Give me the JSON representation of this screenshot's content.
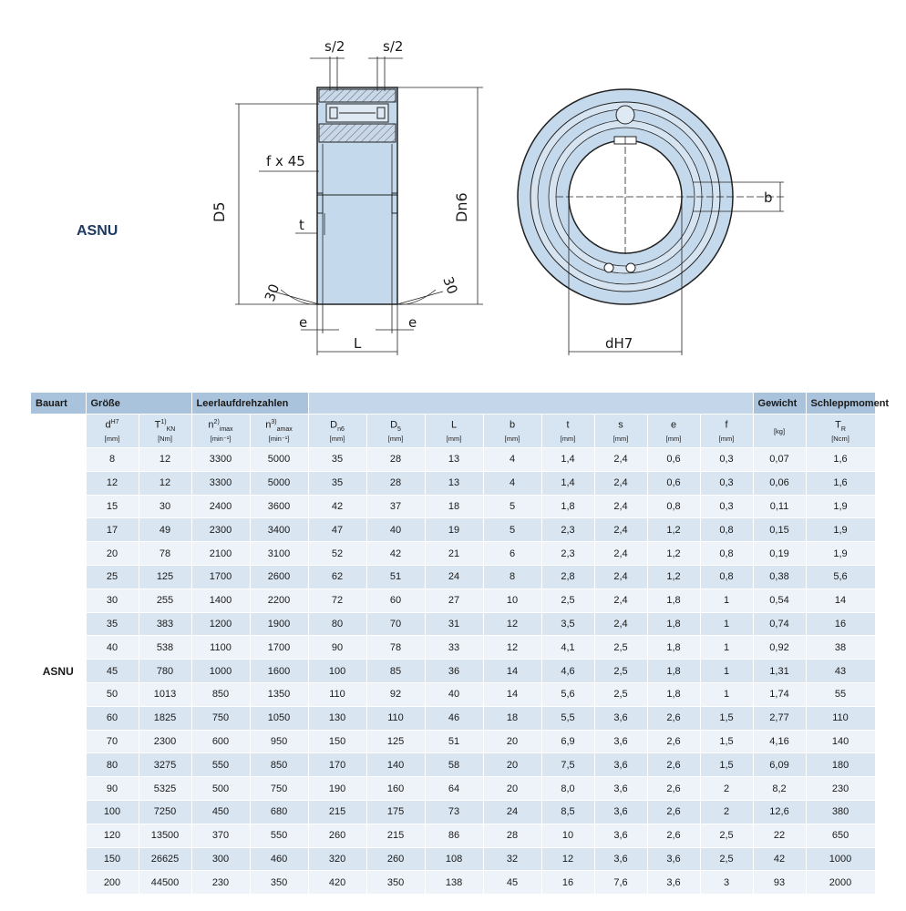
{
  "product_label": "ASNU",
  "drawing": {
    "s_half_left": "s/2",
    "s_half_right": "s/2",
    "chamfer": "f x 45",
    "d5": "D5",
    "dn6": "Dn6",
    "t": "t",
    "angle_left": "30",
    "angle_right": "30",
    "e_left": "e",
    "e_right": "e",
    "length": "L",
    "b": "b",
    "bore": "dH7"
  },
  "table": {
    "group_headers": {
      "bauart": "Bauart",
      "groesse": "Größe",
      "leerlauf": "Leerlaufdrehzahlen",
      "gewicht": "Gewicht",
      "schlepp": "Schleppmoment"
    },
    "columns": [
      {
        "sym": "d",
        "sup": "H7",
        "sub": "",
        "unit": "[mm]"
      },
      {
        "sym": "T",
        "sup": "1)",
        "sub": "KN",
        "unit": "[Nm]"
      },
      {
        "sym": "n",
        "sup": "2)",
        "sub": "imax",
        "unit": "[min⁻¹]"
      },
      {
        "sym": "n",
        "sup": "3)",
        "sub": "amax",
        "unit": "[min⁻¹]"
      },
      {
        "sym": "D",
        "sup": "",
        "sub": "n6",
        "unit": "[mm]"
      },
      {
        "sym": "D",
        "sup": "",
        "sub": "5",
        "unit": "[mm]"
      },
      {
        "sym": "L",
        "sup": "",
        "sub": "",
        "unit": "[mm]"
      },
      {
        "sym": "b",
        "sup": "",
        "sub": "",
        "unit": "[mm]"
      },
      {
        "sym": "t",
        "sup": "",
        "sub": "",
        "unit": "[mm]"
      },
      {
        "sym": "s",
        "sup": "",
        "sub": "",
        "unit": "[mm]"
      },
      {
        "sym": "e",
        "sup": "",
        "sub": "",
        "unit": "[mm]"
      },
      {
        "sym": "f",
        "sup": "",
        "sub": "",
        "unit": "[mm]"
      },
      {
        "sym": "",
        "sup": "",
        "sub": "",
        "unit": "[kg]"
      },
      {
        "sym": "T",
        "sup": "",
        "sub": "R",
        "unit": "[Ncm]"
      }
    ],
    "bauart_value": "ASNU",
    "rows": [
      [
        "8",
        "12",
        "3300",
        "5000",
        "35",
        "28",
        "13",
        "4",
        "1,4",
        "2,4",
        "0,6",
        "0,3",
        "0,07",
        "1,6"
      ],
      [
        "12",
        "12",
        "3300",
        "5000",
        "35",
        "28",
        "13",
        "4",
        "1,4",
        "2,4",
        "0,6",
        "0,3",
        "0,06",
        "1,6"
      ],
      [
        "15",
        "30",
        "2400",
        "3600",
        "42",
        "37",
        "18",
        "5",
        "1,8",
        "2,4",
        "0,8",
        "0,3",
        "0,11",
        "1,9"
      ],
      [
        "17",
        "49",
        "2300",
        "3400",
        "47",
        "40",
        "19",
        "5",
        "2,3",
        "2,4",
        "1,2",
        "0,8",
        "0,15",
        "1,9"
      ],
      [
        "20",
        "78",
        "2100",
        "3100",
        "52",
        "42",
        "21",
        "6",
        "2,3",
        "2,4",
        "1,2",
        "0,8",
        "0,19",
        "1,9"
      ],
      [
        "25",
        "125",
        "1700",
        "2600",
        "62",
        "51",
        "24",
        "8",
        "2,8",
        "2,4",
        "1,2",
        "0,8",
        "0,38",
        "5,6"
      ],
      [
        "30",
        "255",
        "1400",
        "2200",
        "72",
        "60",
        "27",
        "10",
        "2,5",
        "2,4",
        "1,8",
        "1",
        "0,54",
        "14"
      ],
      [
        "35",
        "383",
        "1200",
        "1900",
        "80",
        "70",
        "31",
        "12",
        "3,5",
        "2,4",
        "1,8",
        "1",
        "0,74",
        "16"
      ],
      [
        "40",
        "538",
        "1100",
        "1700",
        "90",
        "78",
        "33",
        "12",
        "4,1",
        "2,5",
        "1,8",
        "1",
        "0,92",
        "38"
      ],
      [
        "45",
        "780",
        "1000",
        "1600",
        "100",
        "85",
        "36",
        "14",
        "4,6",
        "2,5",
        "1,8",
        "1",
        "1,31",
        "43"
      ],
      [
        "50",
        "1013",
        "850",
        "1350",
        "110",
        "92",
        "40",
        "14",
        "5,6",
        "2,5",
        "1,8",
        "1",
        "1,74",
        "55"
      ],
      [
        "60",
        "1825",
        "750",
        "1050",
        "130",
        "110",
        "46",
        "18",
        "5,5",
        "3,6",
        "2,6",
        "1,5",
        "2,77",
        "110"
      ],
      [
        "70",
        "2300",
        "600",
        "950",
        "150",
        "125",
        "51",
        "20",
        "6,9",
        "3,6",
        "2,6",
        "1,5",
        "4,16",
        "140"
      ],
      [
        "80",
        "3275",
        "550",
        "850",
        "170",
        "140",
        "58",
        "20",
        "7,5",
        "3,6",
        "2,6",
        "1,5",
        "6,09",
        "180"
      ],
      [
        "90",
        "5325",
        "500",
        "750",
        "190",
        "160",
        "64",
        "20",
        "8,0",
        "3,6",
        "2,6",
        "2",
        "8,2",
        "230"
      ],
      [
        "100",
        "7250",
        "450",
        "680",
        "215",
        "175",
        "73",
        "24",
        "8,5",
        "3,6",
        "2,6",
        "2",
        "12,6",
        "380"
      ],
      [
        "120",
        "13500",
        "370",
        "550",
        "260",
        "215",
        "86",
        "28",
        "10",
        "3,6",
        "2,6",
        "2,5",
        "22",
        "650"
      ],
      [
        "150",
        "26625",
        "300",
        "460",
        "320",
        "260",
        "108",
        "32",
        "12",
        "3,6",
        "3,6",
        "2,5",
        "42",
        "1000"
      ],
      [
        "200",
        "44500",
        "230",
        "350",
        "420",
        "350",
        "138",
        "45",
        "16",
        "7,6",
        "3,6",
        "3",
        "93",
        "2000"
      ]
    ],
    "colors": {
      "group_header": "#a9c3dc",
      "column_header": "#d7e4f1",
      "row_light": "#eef3f9",
      "row_dark": "#d9e5f1"
    }
  }
}
